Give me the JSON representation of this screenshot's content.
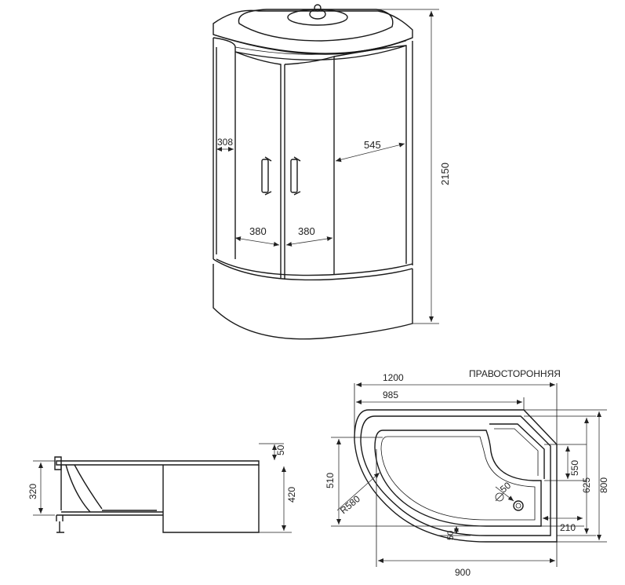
{
  "front_view": {
    "dim_side_panel": "308",
    "dim_fixed_right": "545",
    "dim_door_left": "380",
    "dim_door_right": "380",
    "dim_total_height": "2150"
  },
  "side_view": {
    "dim_top": "50",
    "dim_tray_height": "320",
    "dim_total": "420"
  },
  "plan_view": {
    "orientation_label": "ПРАВОСТОРОННЯЯ",
    "dim_length": "1200",
    "dim_bath_length": "985",
    "dim_depth_left": "510",
    "dim_radius": "R580",
    "dim_drain": "50",
    "dim_bottom_gap": "50",
    "dim_width_bottom": "900",
    "dim_corner": "210",
    "dim_550": "550",
    "dim_625": "625",
    "dim_800": "800"
  }
}
